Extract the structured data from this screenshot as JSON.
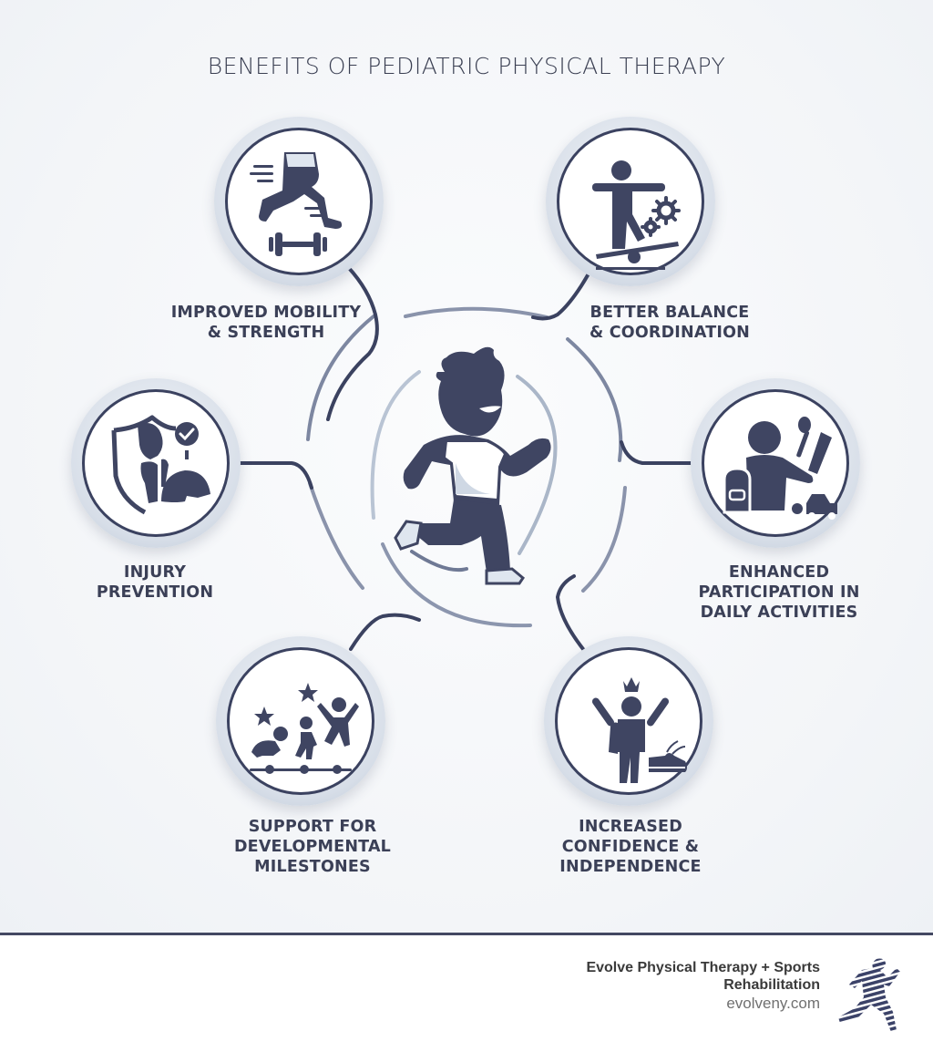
{
  "title": "BENEFITS OF PEDIATRIC PHYSICAL THERAPY",
  "center": {
    "icon": "running-child-icon"
  },
  "benefits": [
    {
      "label_lines": [
        "IMPROVED MOBILITY",
        "& STRENGTH"
      ],
      "icon": "running-legs-dumbbell-icon"
    },
    {
      "label_lines": [
        "BETTER BALANCE",
        "& COORDINATION"
      ],
      "icon": "balance-board-gears-icon"
    },
    {
      "label_lines": [
        "INJURY",
        "PREVENTION"
      ],
      "icon": "shield-knee-helmet-icon"
    },
    {
      "label_lines": [
        "ENHANCED",
        "PARTICIPATION IN",
        "DAILY ACTIVITIES"
      ],
      "icon": "child-backpack-toys-icon"
    },
    {
      "label_lines": [
        "SUPPORT FOR",
        "DEVELOPMENTAL",
        "MILESTONES"
      ],
      "icon": "crawl-walk-jump-timeline-icon"
    },
    {
      "label_lines": [
        "INCREASED",
        "CONFIDENCE &",
        "INDEPENDENCE"
      ],
      "icon": "child-crown-shoe-icon"
    }
  ],
  "footer": {
    "brand_line1": "Evolve Physical Therapy + Sports",
    "brand_line2": "Rehabilitation",
    "url": "evolveny.com",
    "logo": "striped-runner-logo"
  },
  "colors": {
    "ink": "#3b4260",
    "ring_light": "#c9d2de",
    "background": "#f4f6f9",
    "footer_rule": "#434862"
  }
}
